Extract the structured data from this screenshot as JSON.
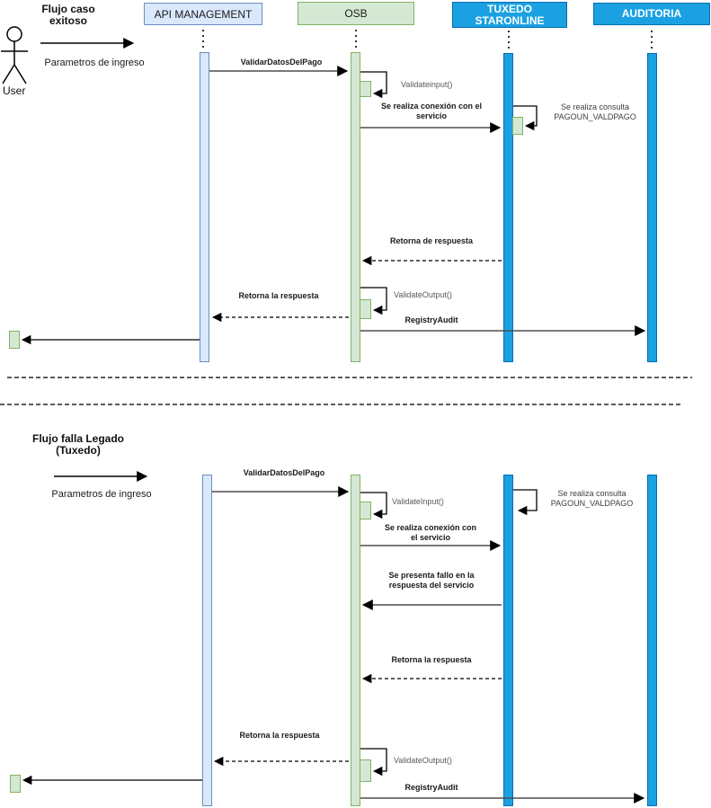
{
  "colors": {
    "light_blue_fill": "#dae8fc",
    "light_blue_border": "#6c8ebf",
    "green_fill": "#d5e8d4",
    "green_border": "#82b366",
    "blue_fill": "#1ba1e2",
    "blue_border": "#006eaf"
  },
  "actors": {
    "user_label": "User",
    "api_management": "API MANAGEMENT",
    "osb": "OSB",
    "tuxedo": "TUXEDO STARONLINE",
    "auditoria": "AUDITORIA"
  },
  "flow1": {
    "title": "Flujo caso exitoso",
    "params": "Parametros de ingreso",
    "msg_validar": "ValidarDatosDelPago",
    "msg_validateinput": "Validateinput()",
    "msg_conexion": "Se realiza conexión con el servicio",
    "msg_consulta": "Se realiza consulta PAGOUN_VALDPAGO",
    "msg_retorna_de": "Retorna de respuesta",
    "msg_validateoutput": "ValidateOutput()",
    "msg_retorna_la": "Retorna la respuesta",
    "msg_registry": "RegistryAudit"
  },
  "flow2": {
    "title": "Flujo falla Legado (Tuxedo)",
    "params": "Parametros de ingreso",
    "msg_validar": "ValidarDatosDelPago",
    "msg_validateinput": "ValidateInput()",
    "msg_consulta": "Se realiza consulta PAGOUN_VALDPAGO",
    "msg_conexion": "Se realiza conexión con el servicio",
    "msg_fallo": "Se presenta fallo en la respuesta del servicio",
    "msg_retorna_tux": "Retorna la respuesta",
    "msg_retorna_api": "Retorna la respuesta",
    "msg_validateoutput": "ValidateOutput()",
    "msg_registry": "RegistryAudit"
  }
}
